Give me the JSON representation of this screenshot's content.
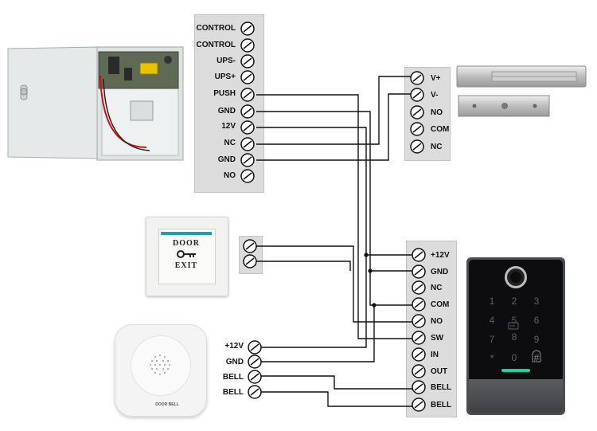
{
  "power_supply_block": {
    "terminals": [
      "CONTROL",
      "CONTROL",
      "UPS-",
      "UPS+",
      "PUSH",
      "GND",
      "12V",
      "NC",
      "GND",
      "NO"
    ]
  },
  "lock_block": {
    "terminals": [
      "V+",
      "V-",
      "NO",
      "COM",
      "NC"
    ]
  },
  "controller_block": {
    "terminals": [
      "+12V",
      "GND",
      "NC",
      "COM",
      "NO",
      "SW",
      "IN",
      "OUT",
      "BELL",
      "BELL"
    ]
  },
  "doorbell_block": {
    "terminals": [
      "+12V",
      "GND",
      "BELL",
      "BELL"
    ]
  },
  "exit_button": {
    "line1": "DOOR",
    "line2": "EXIT"
  },
  "doorbell": {
    "caption": "DOOR BELL"
  },
  "keypad": {
    "keys": [
      "1",
      "2",
      "3",
      "4",
      "5",
      "6",
      "7",
      "8",
      "9",
      "*",
      "0",
      "#"
    ]
  },
  "colors": {
    "terminal_block": "#dcdcdc",
    "wire": "#111111",
    "exit_strip": "#1aa3a3",
    "keypad_led": "#19d3a0"
  }
}
